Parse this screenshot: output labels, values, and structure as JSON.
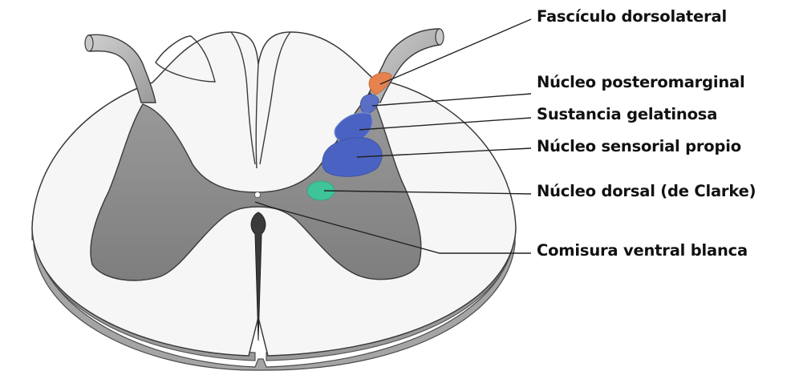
{
  "diagram": {
    "colors": {
      "background": "#ffffff",
      "white_matter": "#f6f6f6",
      "white_matter_rim": "#8a8a8a",
      "gray_matter": "#8c8c8c",
      "outline": "#3a3a3a",
      "fasciculo_dorsolateral": "#e6824e",
      "nucleo_posteromarginal": "#5a6fc4",
      "sustancia_gelatinosa": "#4a63c2",
      "nucleo_sensorial_propio": "#4a63c2",
      "nucleo_dorsal_clarke": "#3fc49a",
      "leader_lines": "#222222"
    },
    "labels": {
      "fasciculo_dorsolateral": "Fascículo dorsolateral",
      "nucleo_posteromarginal": "Núcleo posteromarginal",
      "sustancia_gelatinosa": "Sustancia gelatinosa",
      "nucleo_sensorial_propio": "Núcleo sensorial propio",
      "nucleo_dorsal_clarke": "Núcleo dorsal (de Clarke)",
      "comisura_ventral_blanca": "Comisura ventral blanca"
    }
  }
}
